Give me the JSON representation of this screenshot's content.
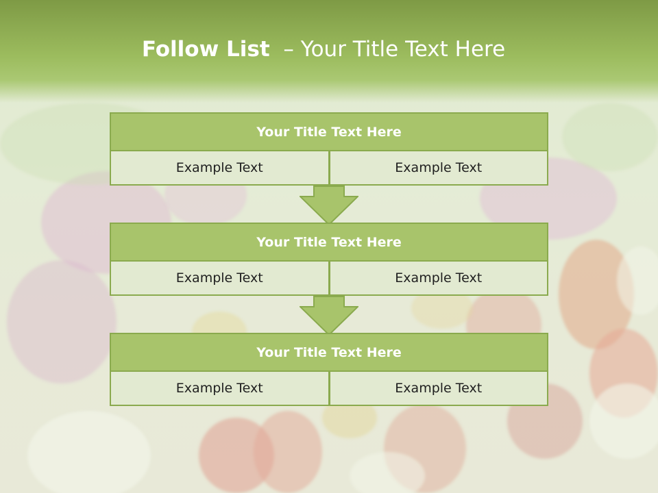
{
  "slide": {
    "title_bold": "Follow List",
    "title_rest": "– Your Title Text Here"
  },
  "colors": {
    "band": "#9cbc5e",
    "header_fill": "#a8c46b",
    "cell_fill": "#e2ead1",
    "border": "#8aaa4e"
  },
  "blocks": [
    {
      "header": "Your Title Text Here",
      "left": "Example Text",
      "right": "Example Text"
    },
    {
      "header": "Your Title Text Here",
      "left": "Example Text",
      "right": "Example Text"
    },
    {
      "header": "Your Title Text Here",
      "left": "Example Text",
      "right": "Example Text"
    }
  ]
}
